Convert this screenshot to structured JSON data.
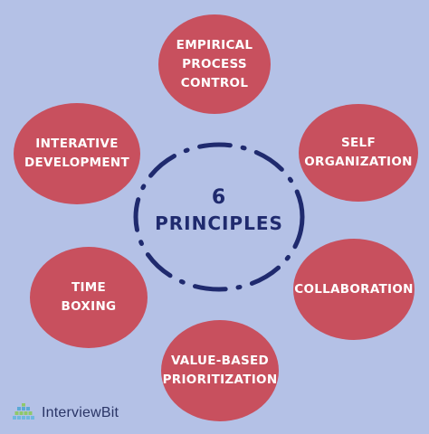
{
  "center": {
    "number": "6",
    "label": "PRINCIPLES"
  },
  "principles": [
    {
      "text": "EMPIRICAL\nPROCESS\nCONTROL"
    },
    {
      "text": "SELF\nORGANIZATION"
    },
    {
      "text": "COLLABORATION"
    },
    {
      "text": "VALUE-BASED\nPRIORITIZATION"
    },
    {
      "text": "TIME\nBOXING"
    },
    {
      "text": "INTERATIVE\nDEVELOPMENT"
    }
  ],
  "logo": {
    "text": "InterviewBit",
    "icon": "interviewbit-logo-icon"
  },
  "colors": {
    "background": "#b4c1e6",
    "bubble": "#c8505e",
    "center_text": "#1f2a6e",
    "ring": "#1f2a6e"
  }
}
